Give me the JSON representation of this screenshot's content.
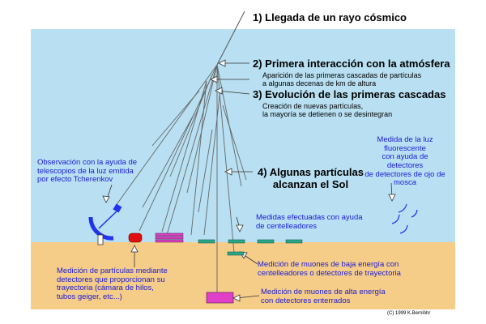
{
  "stages": [
    {
      "title": "1) Llegada de un rayo cósmico"
    },
    {
      "title": "2) Primera interacción con la atmósfera",
      "desc": [
        "Aparición de las primeras cascadas de partículas",
        "a algunas decenas de km de altura"
      ]
    },
    {
      "title": "3) Evolución de las primeras cascadas",
      "desc": [
        "Creación de nuevas partículas,",
        "la mayoría se detienen o se desintegran"
      ]
    },
    {
      "title": [
        "4) Algunas partículas",
        "alcanzan el Sol"
      ]
    }
  ],
  "annotations": {
    "cherenkov": [
      "Observación con la ayuda de",
      "telescopios de la luz emitida",
      "por efecto Tcherenkov"
    ],
    "fluorescence": [
      "Medida de la luz",
      "fluorescente",
      "con ayuda de",
      "detectores",
      "de detectores de ojo de mosca"
    ],
    "scintillators": [
      "Medidas efectuadas con ayuda",
      "de centelleadores"
    ],
    "tracking": [
      "Medición de partículas mediante",
      "detectores que proporcionan su",
      "trayectoria (cámara de hilos,",
      "tubos geiger, etc...)"
    ],
    "low_energy_muons": [
      "Medición de muones de baja energía con",
      "centelleadores o detectores de trayectoria"
    ],
    "high_energy_muons": [
      "Medición de muones de alta energía",
      "con detectores enterrados"
    ]
  },
  "credit": "(C) 1999 K.Bernlöhr",
  "colors": {
    "sky": "#b8e0f2",
    "ground": "#f5cd88",
    "label_blue": "#1a1ad6",
    "magenta_detector": "#e040c8",
    "scintillator": "#2aa889",
    "telescope": "#2233ee",
    "red_detector": "#e01010"
  }
}
